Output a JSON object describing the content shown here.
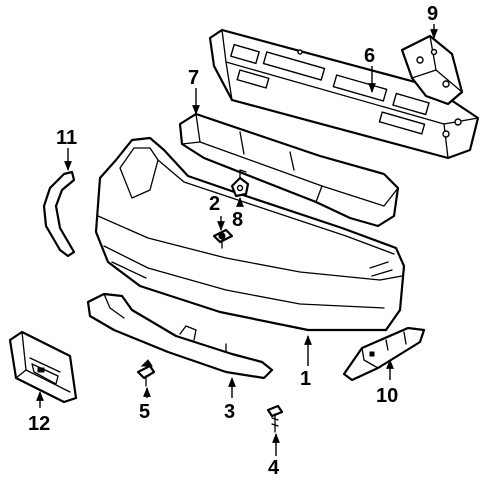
{
  "diagram": {
    "callouts": [
      "1",
      "2",
      "3",
      "4",
      "5",
      "6",
      "7",
      "8",
      "9",
      "10",
      "11",
      "12"
    ]
  }
}
